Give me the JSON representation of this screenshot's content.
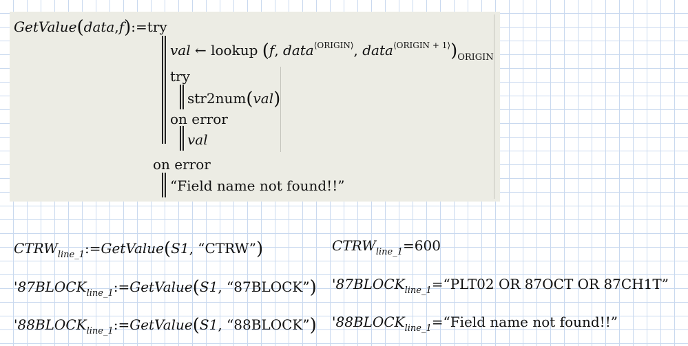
{
  "program": {
    "fn_name": "GetValue",
    "param1": "data",
    "comma": ",",
    "param2": "f",
    "define_op": ":=",
    "try_kw": "try",
    "assign_var": "val",
    "arrow": "←",
    "lookup_fn": "lookup",
    "lookup_arg1": "f",
    "lookup_arg2": "data",
    "lookup_arg2_sup": "⟨ORIGIN⟩",
    "lookup_arg3": "data",
    "lookup_arg3_sup": "⟨ORIGIN + 1⟩",
    "lookup_sub": "ORIGIN",
    "inner_try_kw": "try",
    "str2num_fn": "str2num",
    "str2num_arg": "val",
    "inner_on_error_kw": "on error",
    "inner_error_value": "val",
    "outer_on_error_kw": "on error",
    "outer_error_value": "“Field name not found!!”"
  },
  "rows": [
    {
      "name": "CTRW",
      "subscript": "line_1",
      "define_op": ":=",
      "call_fn": "GetValue",
      "arg1": "S1",
      "arg2": "“CTRW”",
      "eval_op": "=",
      "result": "600"
    },
    {
      "name": "'87BLOCK",
      "subscript": "line_1",
      "define_op": ":=",
      "call_fn": "GetValue",
      "arg1": "S1",
      "arg2": "“87BLOCK”",
      "eval_op": "=",
      "result": "“PLT02 OR 87OCT OR 87CH1T”"
    },
    {
      "name": "'88BLOCK",
      "subscript": "line_1",
      "define_op": ":=",
      "call_fn": "GetValue",
      "arg1": "S1",
      "arg2": "“88BLOCK”",
      "eval_op": "=",
      "result": "“Field name not found!!”"
    }
  ]
}
